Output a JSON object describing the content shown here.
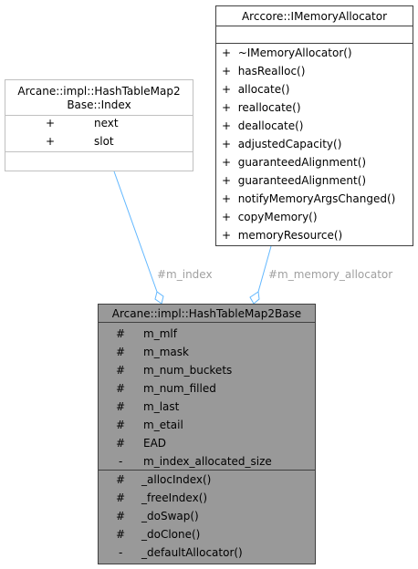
{
  "index_class": {
    "name_line1": "Arcane::impl::HashTableMap2",
    "name_line2": "Base::Index",
    "attributes": [
      {
        "vis": "+",
        "name": "next"
      },
      {
        "vis": "+",
        "name": "slot"
      }
    ]
  },
  "allocator_class": {
    "name": "Arccore::IMemoryAllocator",
    "methods": [
      {
        "vis": "+",
        "name": "~IMemoryAllocator()"
      },
      {
        "vis": "+",
        "name": "hasRealloc()"
      },
      {
        "vis": "+",
        "name": "allocate()"
      },
      {
        "vis": "+",
        "name": "reallocate()"
      },
      {
        "vis": "+",
        "name": "deallocate()"
      },
      {
        "vis": "+",
        "name": "adjustedCapacity()"
      },
      {
        "vis": "+",
        "name": "guaranteedAlignment()"
      },
      {
        "vis": "+",
        "name": "guaranteedAlignment()"
      },
      {
        "vis": "+",
        "name": "notifyMemoryArgsChanged()"
      },
      {
        "vis": "+",
        "name": "copyMemory()"
      },
      {
        "vis": "+",
        "name": "memoryResource()"
      }
    ]
  },
  "main_class": {
    "name": "Arcane::impl::HashTableMap2Base",
    "attributes": [
      {
        "vis": "#",
        "name": "m_mlf"
      },
      {
        "vis": "#",
        "name": "m_mask"
      },
      {
        "vis": "#",
        "name": "m_num_buckets"
      },
      {
        "vis": "#",
        "name": "m_num_filled"
      },
      {
        "vis": "#",
        "name": "m_last"
      },
      {
        "vis": "#",
        "name": "m_etail"
      },
      {
        "vis": "#",
        "name": "EAD"
      },
      {
        "vis": "-",
        "name": "m_index_allocated_size"
      }
    ],
    "methods": [
      {
        "vis": "#",
        "name": "_allocIndex()"
      },
      {
        "vis": "#",
        "name": "_freeIndex()"
      },
      {
        "vis": "#",
        "name": "_doSwap()"
      },
      {
        "vis": "#",
        "name": "_doClone()"
      },
      {
        "vis": "-",
        "name": "_defaultAllocator()"
      }
    ]
  },
  "edges": {
    "index_label": "#m_index",
    "allocator_label": "#m_memory_allocator"
  },
  "colors": {
    "border_light": "#c0c0c0",
    "border_dark": "#404040",
    "main_fill": "#999999",
    "edge": "#63b8ff",
    "label": "#a0a0a0"
  }
}
